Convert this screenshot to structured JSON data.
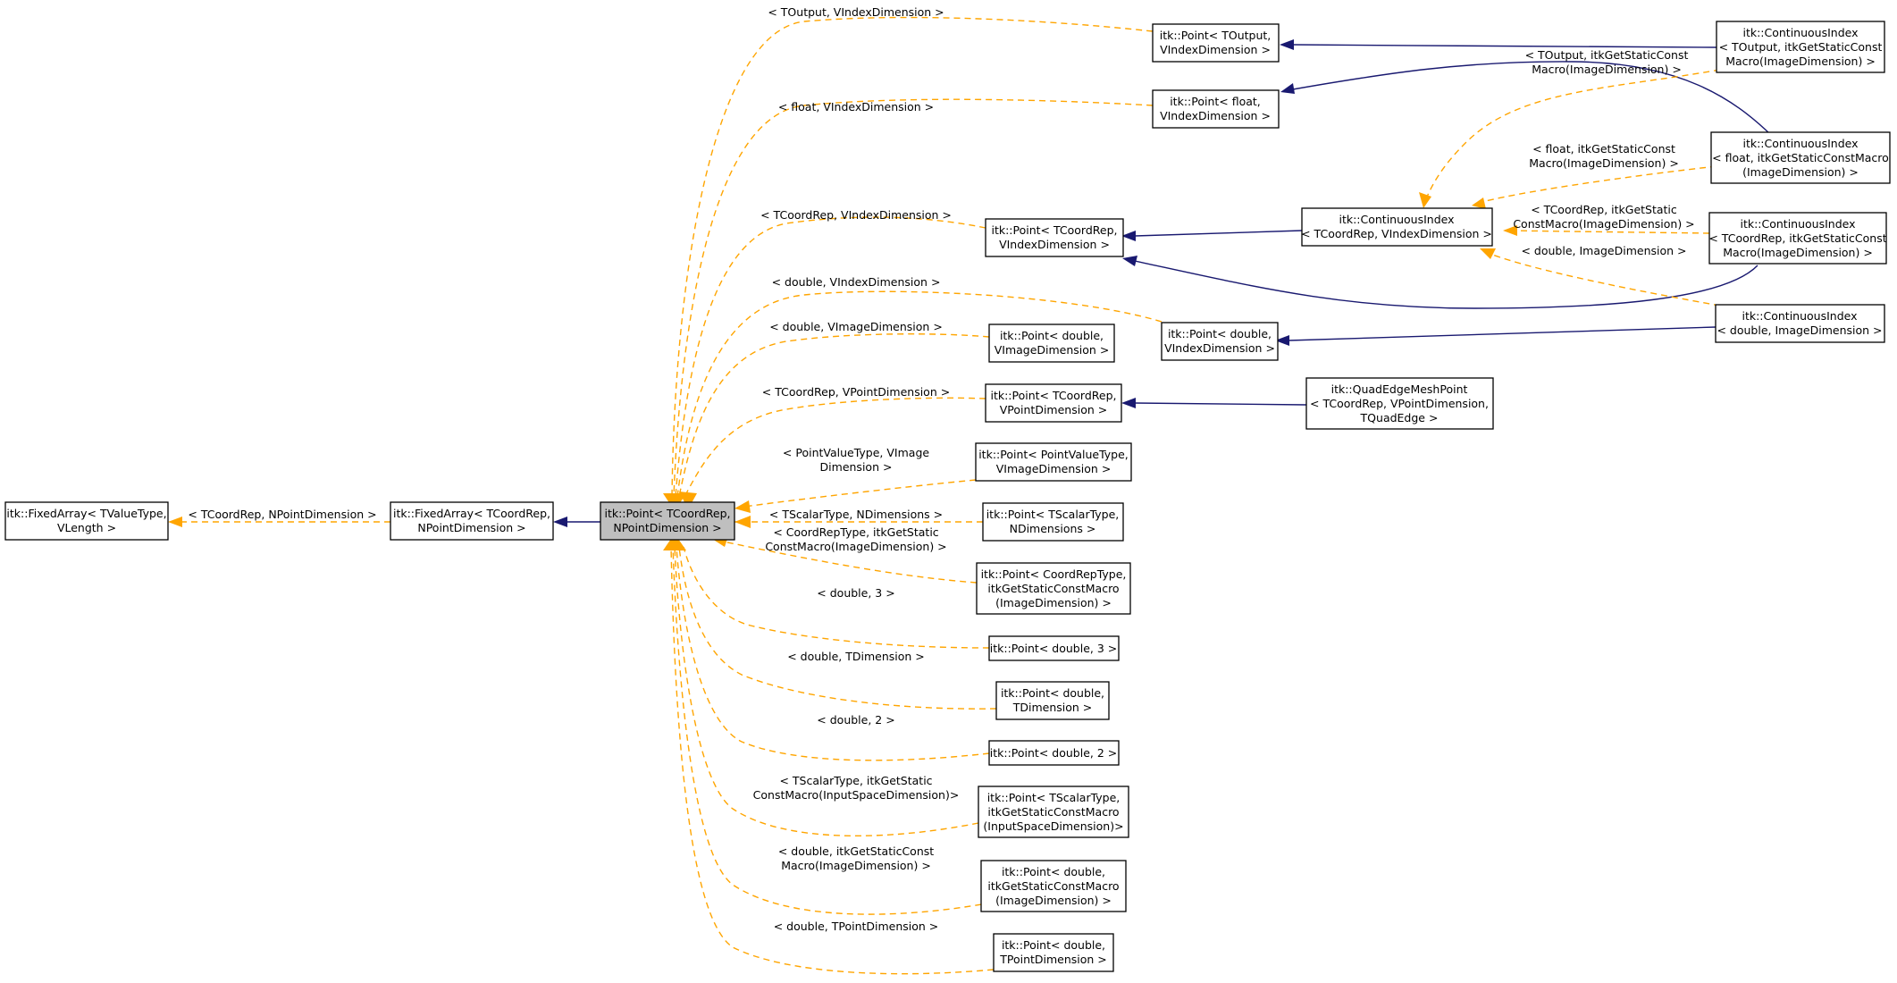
{
  "colors": {
    "inherit": "#191970",
    "template": "#ffa500",
    "current_fill": "#bfbfbf"
  },
  "nodes": [
    {
      "id": "fa_base",
      "lines": [
        "itk::FixedArray< TValueType,",
        "VLength >"
      ]
    },
    {
      "id": "fa",
      "lines": [
        "itk::FixedArray< TCoordRep,",
        "NPointDimension >"
      ]
    },
    {
      "id": "point",
      "current": true,
      "lines": [
        "itk::Point< TCoordRep,",
        "NPointDimension >"
      ]
    },
    {
      "id": "p_toutput",
      "lines": [
        "itk::Point< TOutput,",
        "VIndexDimension >"
      ]
    },
    {
      "id": "p_float",
      "lines": [
        "itk::Point< float,",
        "VIndexDimension >"
      ]
    },
    {
      "id": "p_tcr_vidx",
      "lines": [
        "itk::Point< TCoordRep,",
        "VIndexDimension >"
      ]
    },
    {
      "id": "p_dbl_vidx",
      "lines": [
        "itk::Point< double,",
        "VIndexDimension >"
      ]
    },
    {
      "id": "p_dbl_vimg",
      "lines": [
        "itk::Point< double,",
        "VImageDimension >"
      ]
    },
    {
      "id": "p_tcr_vpt",
      "lines": [
        "itk::Point< TCoordRep,",
        "VPointDimension >"
      ]
    },
    {
      "id": "p_pvt",
      "lines": [
        "itk::Point< PointValueType,",
        "VImageDimension >"
      ]
    },
    {
      "id": "p_tst",
      "lines": [
        "itk::Point< TScalarType,",
        "NDimensions >"
      ]
    },
    {
      "id": "p_crt",
      "lines": [
        "itk::Point< CoordRepType,",
        "itkGetStaticConstMacro",
        "(ImageDimension) >"
      ]
    },
    {
      "id": "p_d3",
      "lines": [
        "itk::Point< double, 3 >"
      ]
    },
    {
      "id": "p_dtd",
      "lines": [
        "itk::Point< double,",
        "TDimension >"
      ]
    },
    {
      "id": "p_d2",
      "lines": [
        "itk::Point< double, 2 >"
      ]
    },
    {
      "id": "p_tst_isd",
      "lines": [
        "itk::Point< TScalarType,",
        "itkGetStaticConstMacro",
        "(InputSpaceDimension)>"
      ]
    },
    {
      "id": "p_dbl_gscm",
      "lines": [
        "itk::Point< double,",
        "itkGetStaticConstMacro",
        "(ImageDimension) >"
      ]
    },
    {
      "id": "p_dtpd",
      "lines": [
        "itk::Point< double,",
        "TPointDimension >"
      ]
    },
    {
      "id": "ci_tcr_vidx",
      "lines": [
        "itk::ContinuousIndex",
        "< TCoordRep, VIndexDimension >"
      ]
    },
    {
      "id": "qemp",
      "lines": [
        "itk::QuadEdgeMeshPoint",
        "< TCoordRep, VPointDimension,",
        "TQuadEdge >"
      ]
    },
    {
      "id": "ci_toutput",
      "lines": [
        "itk::ContinuousIndex",
        "< TOutput, itkGetStaticConst",
        "Macro(ImageDimension) >"
      ]
    },
    {
      "id": "ci_float",
      "lines": [
        "itk::ContinuousIndex",
        "< float, itkGetStaticConstMacro",
        "(ImageDimension) >"
      ]
    },
    {
      "id": "ci_tcr_gscm",
      "lines": [
        "itk::ContinuousIndex",
        "< TCoordRep, itkGetStaticConst",
        "Macro(ImageDimension) >"
      ]
    },
    {
      "id": "ci_dbl_img",
      "lines": [
        "itk::ContinuousIndex",
        "< double, ImageDimension >"
      ]
    }
  ],
  "labels": [
    {
      "id": "l_fa_base",
      "lines": [
        "< TCoordRep, NPointDimension >"
      ]
    },
    {
      "id": "l_toutput",
      "lines": [
        "< TOutput, VIndexDimension >"
      ]
    },
    {
      "id": "l_float",
      "lines": [
        "< float, VIndexDimension >"
      ]
    },
    {
      "id": "l_tcr_vidx",
      "lines": [
        "< TCoordRep, VIndexDimension >"
      ]
    },
    {
      "id": "l_dbl_vidx",
      "lines": [
        "< double, VIndexDimension >"
      ]
    },
    {
      "id": "l_dbl_vimg",
      "lines": [
        "< double, VImageDimension >"
      ]
    },
    {
      "id": "l_tcr_vpt",
      "lines": [
        "< TCoordRep, VPointDimension >"
      ]
    },
    {
      "id": "l_pvt",
      "lines": [
        "< PointValueType, VImage",
        "Dimension >"
      ]
    },
    {
      "id": "l_tst",
      "lines": [
        "< TScalarType, NDimensions >"
      ]
    },
    {
      "id": "l_crt",
      "lines": [
        "< CoordRepType, itkGetStatic",
        "ConstMacro(ImageDimension) >"
      ]
    },
    {
      "id": "l_d3",
      "lines": [
        "< double, 3 >"
      ]
    },
    {
      "id": "l_dtd",
      "lines": [
        "< double, TDimension >"
      ]
    },
    {
      "id": "l_d2",
      "lines": [
        "< double, 2 >"
      ]
    },
    {
      "id": "l_tst_isd",
      "lines": [
        "< TScalarType, itkGetStatic",
        "ConstMacro(InputSpaceDimension)>"
      ]
    },
    {
      "id": "l_dbl_gscm",
      "lines": [
        "< double, itkGetStaticConst",
        "Macro(ImageDimension) >"
      ]
    },
    {
      "id": "l_dtpd",
      "lines": [
        "< double, TPointDimension >"
      ]
    },
    {
      "id": "l_ci_toutput",
      "lines": [
        "< TOutput, itkGetStaticConst",
        "Macro(ImageDimension) >"
      ]
    },
    {
      "id": "l_ci_float",
      "lines": [
        "< float, itkGetStaticConst",
        "Macro(ImageDimension) >"
      ]
    },
    {
      "id": "l_ci_tcr",
      "lines": [
        "< TCoordRep, itkGetStatic",
        "ConstMacro(ImageDimension) >"
      ]
    },
    {
      "id": "l_ci_dbl",
      "lines": [
        "< double, ImageDimension >"
      ]
    }
  ]
}
